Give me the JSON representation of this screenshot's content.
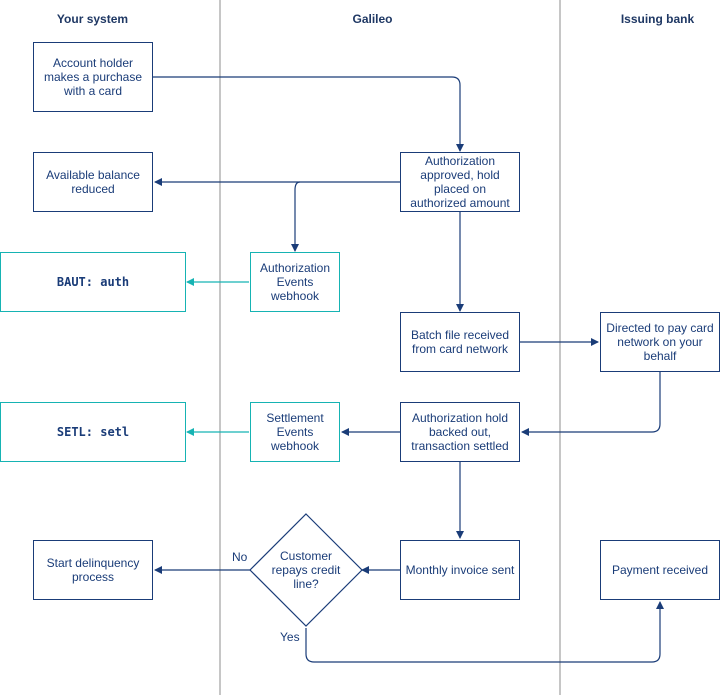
{
  "lanes": {
    "your_system": "Your system",
    "galileo": "Galileo",
    "issuing_bank": "Issuing bank"
  },
  "nodes": {
    "account_holder": "Account holder makes a purchase with a card",
    "available_balance": "Available balance reduced",
    "auth_approved": "Authorization approved, hold placed on authorized amount",
    "auth_webhook": "Authorization Events webhook",
    "baut": "BAUT: auth",
    "batch_file": "Batch file received from card network",
    "directed_to_pay": "Directed to pay card network on your behalf",
    "setl": "SETL: setl",
    "settlement_webhook": "Settlement Events webhook",
    "hold_backed_out": "Authorization hold backed out, transaction settled",
    "start_delinquency": "Start delinquency process",
    "repays_decision": "Customer repays credit line?",
    "monthly_invoice": "Monthly invoice sent",
    "payment_received": "Payment received"
  },
  "edge_labels": {
    "no": "No",
    "yes": "Yes"
  },
  "colors": {
    "navy": "#1a3c78",
    "teal": "#16b3b3",
    "divider": "#c6c6c6"
  }
}
